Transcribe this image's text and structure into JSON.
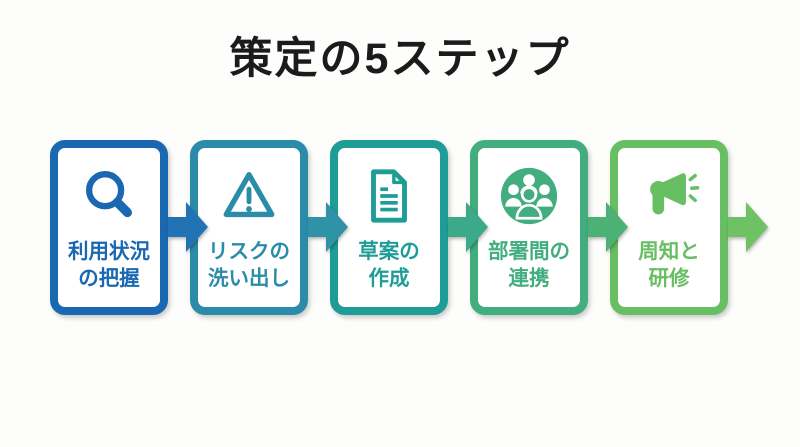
{
  "title": "策定の5ステップ",
  "title_color": "#1B1B1B",
  "background_color": "#FDFDFB",
  "steps": [
    {
      "label": "利用状況\nの把握",
      "icon": "magnifier-icon",
      "color": "#1A68B1"
    },
    {
      "label": "リスクの\n洗い出し",
      "icon": "warning-triangle-icon",
      "color": "#2A8CA8"
    },
    {
      "label": "草案の\n作成",
      "icon": "document-icon",
      "color": "#1E9C96"
    },
    {
      "label": "部署間の\n連携",
      "icon": "people-group-icon",
      "color": "#42AD7E"
    },
    {
      "label": "周知と\n研修",
      "icon": "megaphone-icon",
      "color": "#68BE62"
    }
  ],
  "arrows": [
    {
      "color": "#2173B4"
    },
    {
      "color": "#2E93A6"
    },
    {
      "color": "#3CA98A"
    },
    {
      "color": "#4BB175"
    },
    {
      "color": "#6FC263"
    }
  ]
}
